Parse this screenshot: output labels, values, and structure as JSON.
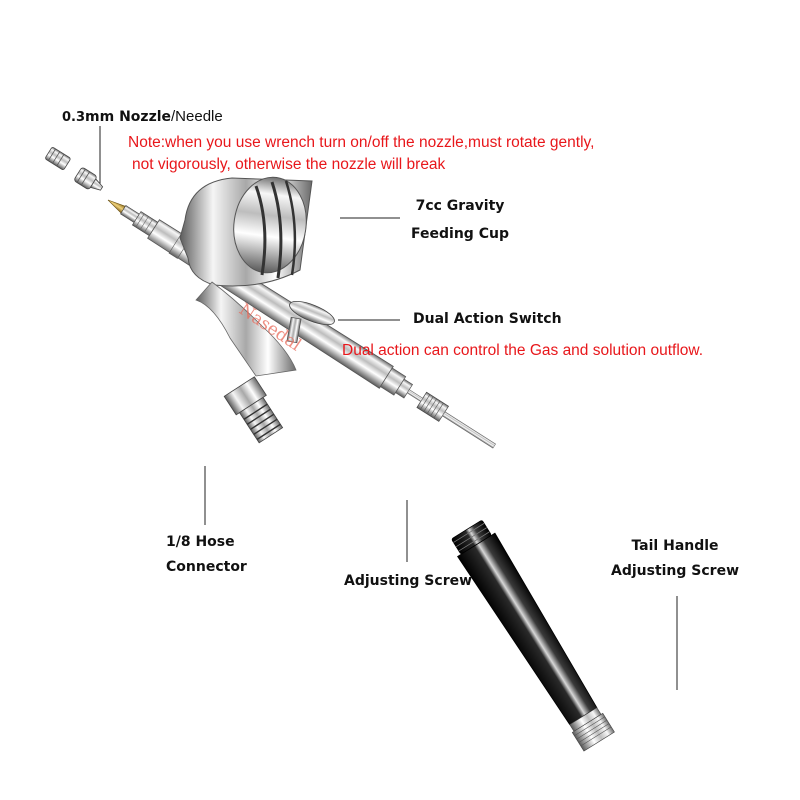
{
  "labels": {
    "nozzle_size": "0.3",
    "nozzle_bold": "mm Nozzle",
    "nozzle_rest": "/Needle",
    "note_line1": "Note:when you use wrench turn on/off the nozzle,must rotate gently,",
    "note_line2": "not vigorously, otherwise the nozzle will break",
    "cup_line1": "7cc Gravity",
    "cup_line2": "Feeding Cup",
    "switch": "Dual Action Switch",
    "switch_note": "Dual action can control the Gas  and solution outflow.",
    "hose_line1": "1/8 Hose",
    "hose_line2": "Connector",
    "adjusting_screw": "Adjusting Screw",
    "tail_line1": "Tail Handle",
    "tail_line2": "Adjusting Screw"
  },
  "brand_watermark": "Nasedal",
  "colors": {
    "note_red": "#e8171b",
    "label_black": "#111111",
    "chrome_light": "#f2f2f2",
    "chrome_dark": "#6d6d6d",
    "handle_black": "#0d0d0d"
  }
}
